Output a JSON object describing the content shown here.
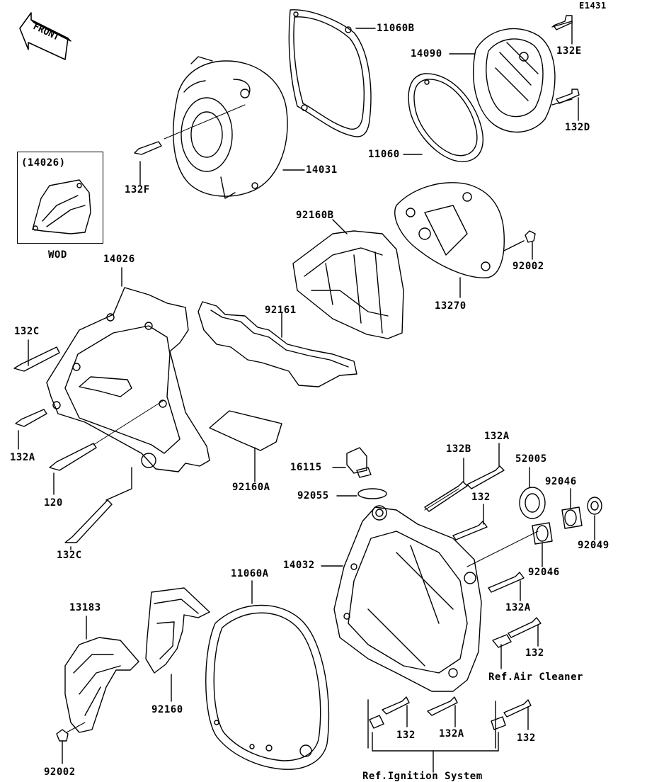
{
  "diagram_id": "E1431",
  "front_marker": "FRONT",
  "inset": {
    "part": "(14026)",
    "caption": "WOD"
  },
  "labels": {
    "p11060B": "11060B",
    "p14090": "14090",
    "p132E": "132E",
    "p132D": "132D",
    "p11060": "11060",
    "p14031": "14031",
    "p132F": "132F",
    "p92160B": "92160B",
    "p92002_top": "92002",
    "p13270": "13270",
    "p14026": "14026",
    "p92161": "92161",
    "p132C_top": "132C",
    "p132A_left": "132A",
    "p120": "120",
    "p132C_bottom": "132C",
    "p92160A": "92160A",
    "p16115": "16115",
    "p92055": "92055",
    "p132B": "132B",
    "p132A_top": "132A",
    "p52005": "52005",
    "p92046_top": "92046",
    "p92049": "92049",
    "p132_top": "132",
    "p14032": "14032",
    "p92046_mid": "92046",
    "p132A_right": "132A",
    "p132_right": "132",
    "ref_air_cleaner": "Ref.Air Cleaner",
    "p11060A": "11060A",
    "p13183": "13183",
    "p92160": "92160",
    "p132_bottom_left": "132",
    "p132A_bottom": "132A",
    "p132_bottom_right": "132",
    "p92002_bottom": "92002",
    "ref_ignition": "Ref.Ignition System"
  }
}
